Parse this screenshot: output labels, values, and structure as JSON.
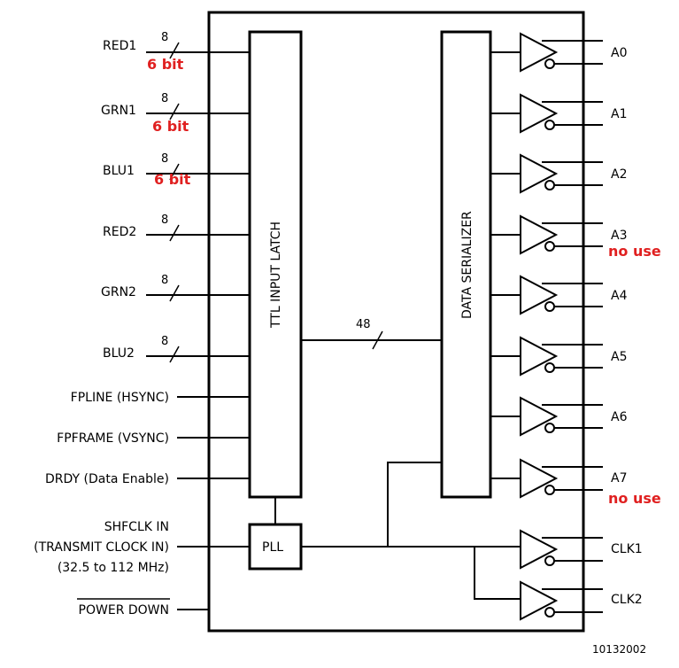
{
  "inputs": {
    "red1": "RED1",
    "grn1": "GRN1",
    "blu1": "BLU1",
    "red2": "RED2",
    "grn2": "GRN2",
    "blu2": "BLU2",
    "fpline": "FPLINE (HSYNC)",
    "fpframe": "FPFRAME (VSYNC)",
    "drdy": "DRDY (Data Enable)",
    "shfclk_line1": "SHFCLK IN",
    "shfclk_line2": "(TRANSMIT CLOCK IN)",
    "shfclk_line3": "(32.5 to 112 MHz)",
    "power_down": "POWER DOWN"
  },
  "bus_width": "8",
  "internal_bus_width": "48",
  "annotations": {
    "six_bit": "6 bit",
    "no_use": "no use",
    "color": "#e02020"
  },
  "blocks": {
    "latch": "TTL INPUT LATCH",
    "serializer": "DATA SERIALIZER",
    "pll": "PLL"
  },
  "outputs": {
    "a0": "A0",
    "a1": "A1",
    "a2": "A2",
    "a3": "A3",
    "a4": "A4",
    "a5": "A5",
    "a6": "A6",
    "a7": "A7",
    "clk1": "CLK1",
    "clk2": "CLK2"
  },
  "figure_id": "10132002"
}
